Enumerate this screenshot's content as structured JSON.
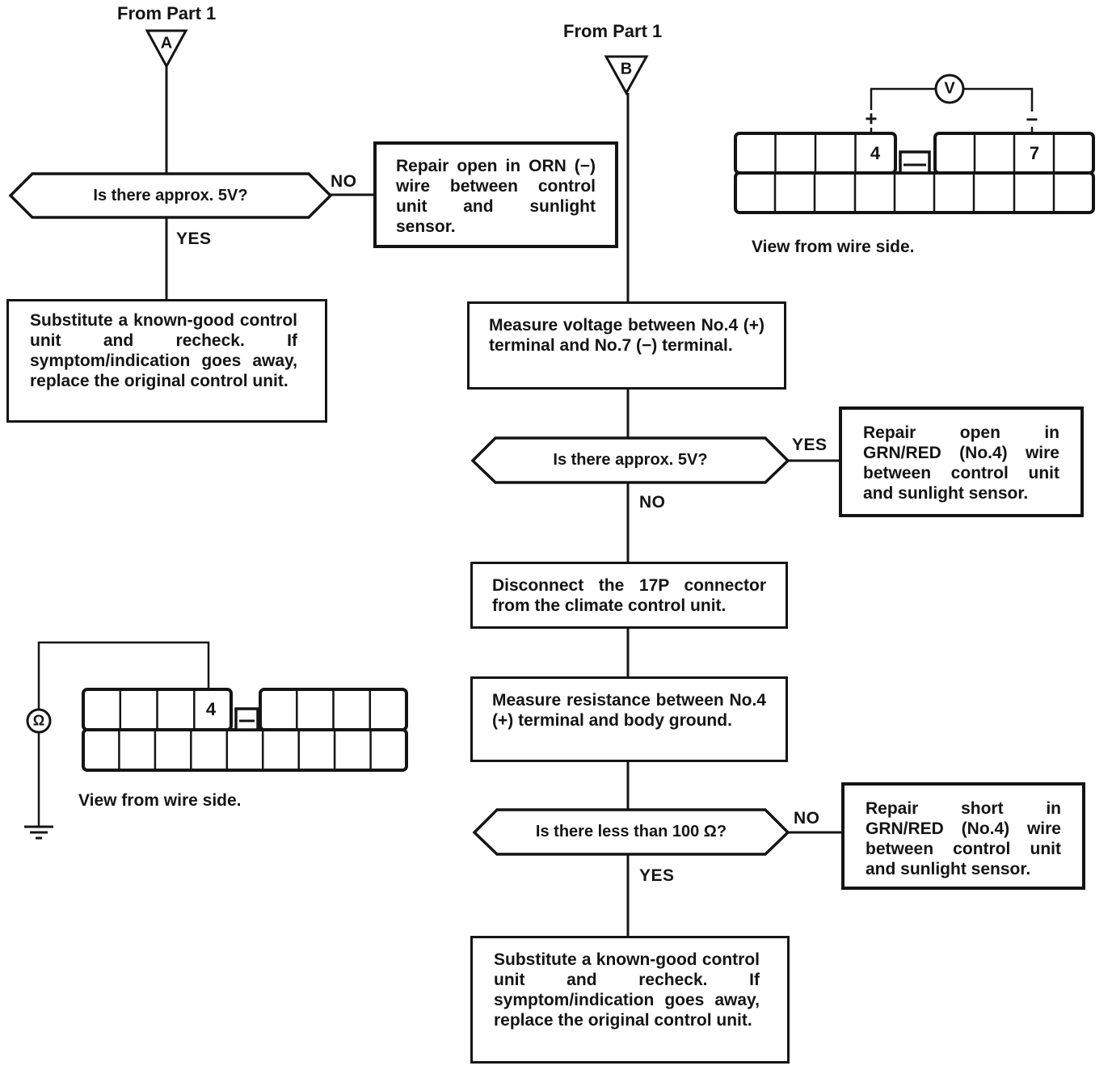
{
  "page": {
    "ink_color": "#141414",
    "paper_color": "#ffffff"
  },
  "part_a": {
    "source_label": "From Part 1",
    "connector_letter": "A",
    "question_voltage": "Is there approx. 5V?",
    "no_label": "NO",
    "yes_label": "YES",
    "repair_open_orn": "Repair open in ORN (−) wire between control unit and sunlight sensor.",
    "substitute_note": "Substitute a known-good control unit and recheck. If symptom/indication goes away, replace the original control unit."
  },
  "part_b": {
    "source_label": "From Part 1",
    "connector_letter": "B",
    "measure_voltage": "Measure voltage between No.4 (+) terminal and No.7 (−) terminal.",
    "question_voltage": "Is there approx. 5V?",
    "yes_label": "YES",
    "no_label": "NO",
    "repair_open_grn_red": "Repair open in GRN/RED (No.4) wire between control unit and sunlight sensor.",
    "disconnect_17p": "Disconnect the 17P connector from the climate control unit.",
    "measure_resistance": "Measure resistance between No.4 (+) terminal and body ground.",
    "question_resistance": "Is there less than 100 Ω?",
    "no_label_2": "NO",
    "yes_label_2": "YES",
    "repair_short_grn_red": "Repair short in GRN/RED (No.4) wire between control unit and sunlight sensor.",
    "substitute_note": "Substitute a known-good control unit and recheck. If symptom/indication goes away, replace the original control unit."
  },
  "voltmeter_view": {
    "meter_symbol": "V",
    "plus_symbol": "+",
    "minus_symbol": "−",
    "terminal_4_label": "4",
    "terminal_7_label": "7",
    "caption": "View from wire side."
  },
  "ohmmeter_view": {
    "meter_symbol": "Ω",
    "terminal_4_label": "4",
    "caption": "View from wire side."
  }
}
